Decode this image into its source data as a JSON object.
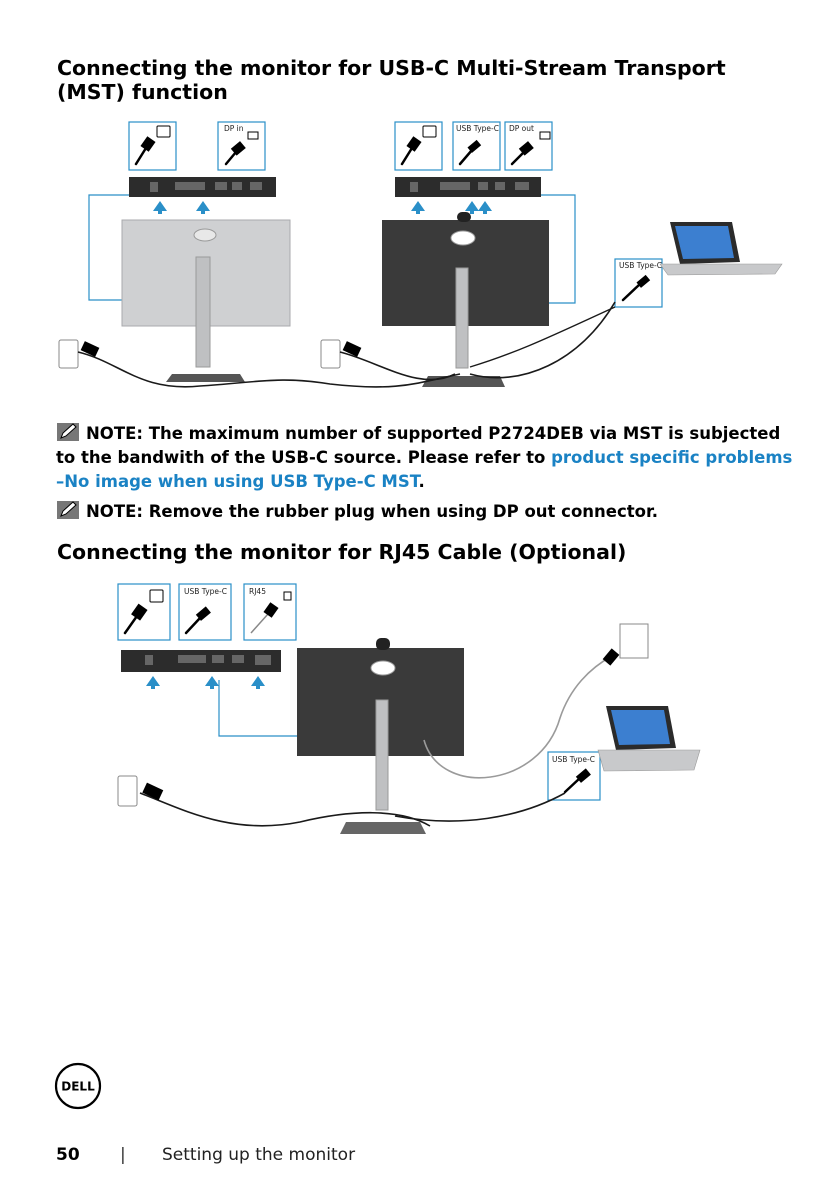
{
  "section1": {
    "title": "Connecting the monitor for USB-C Multi-Stream Transport (MST) function",
    "labels": {
      "dp_in": "DP in",
      "usb_type_c_a": "USB Type-C",
      "dp_out": "DP out",
      "usb_type_c_laptop": "USB Type-C"
    }
  },
  "note1": {
    "prefix": "NOTE: The maximum number of supported P2724DEB via MST is subjected to the bandwith of the USB-C source. Please refer to ",
    "link": "product specific problems –No image when using USB Type-C MST",
    "suffix": "."
  },
  "note2": {
    "text": "NOTE: Remove the rubber plug when using DP out connector."
  },
  "section2": {
    "title": "Connecting the monitor for RJ45 Cable (Optional)",
    "labels": {
      "usb_type_c": "USB Type-C",
      "rj45": "RJ45",
      "usb_type_c_laptop": "USB Type-C"
    }
  },
  "footer": {
    "page_number": "50",
    "separator": "|",
    "section_title": "Setting up the monitor"
  },
  "logo": {
    "text": "DELL"
  },
  "colors": {
    "link": "#1a82c4",
    "callout": "#2a8fc8"
  }
}
